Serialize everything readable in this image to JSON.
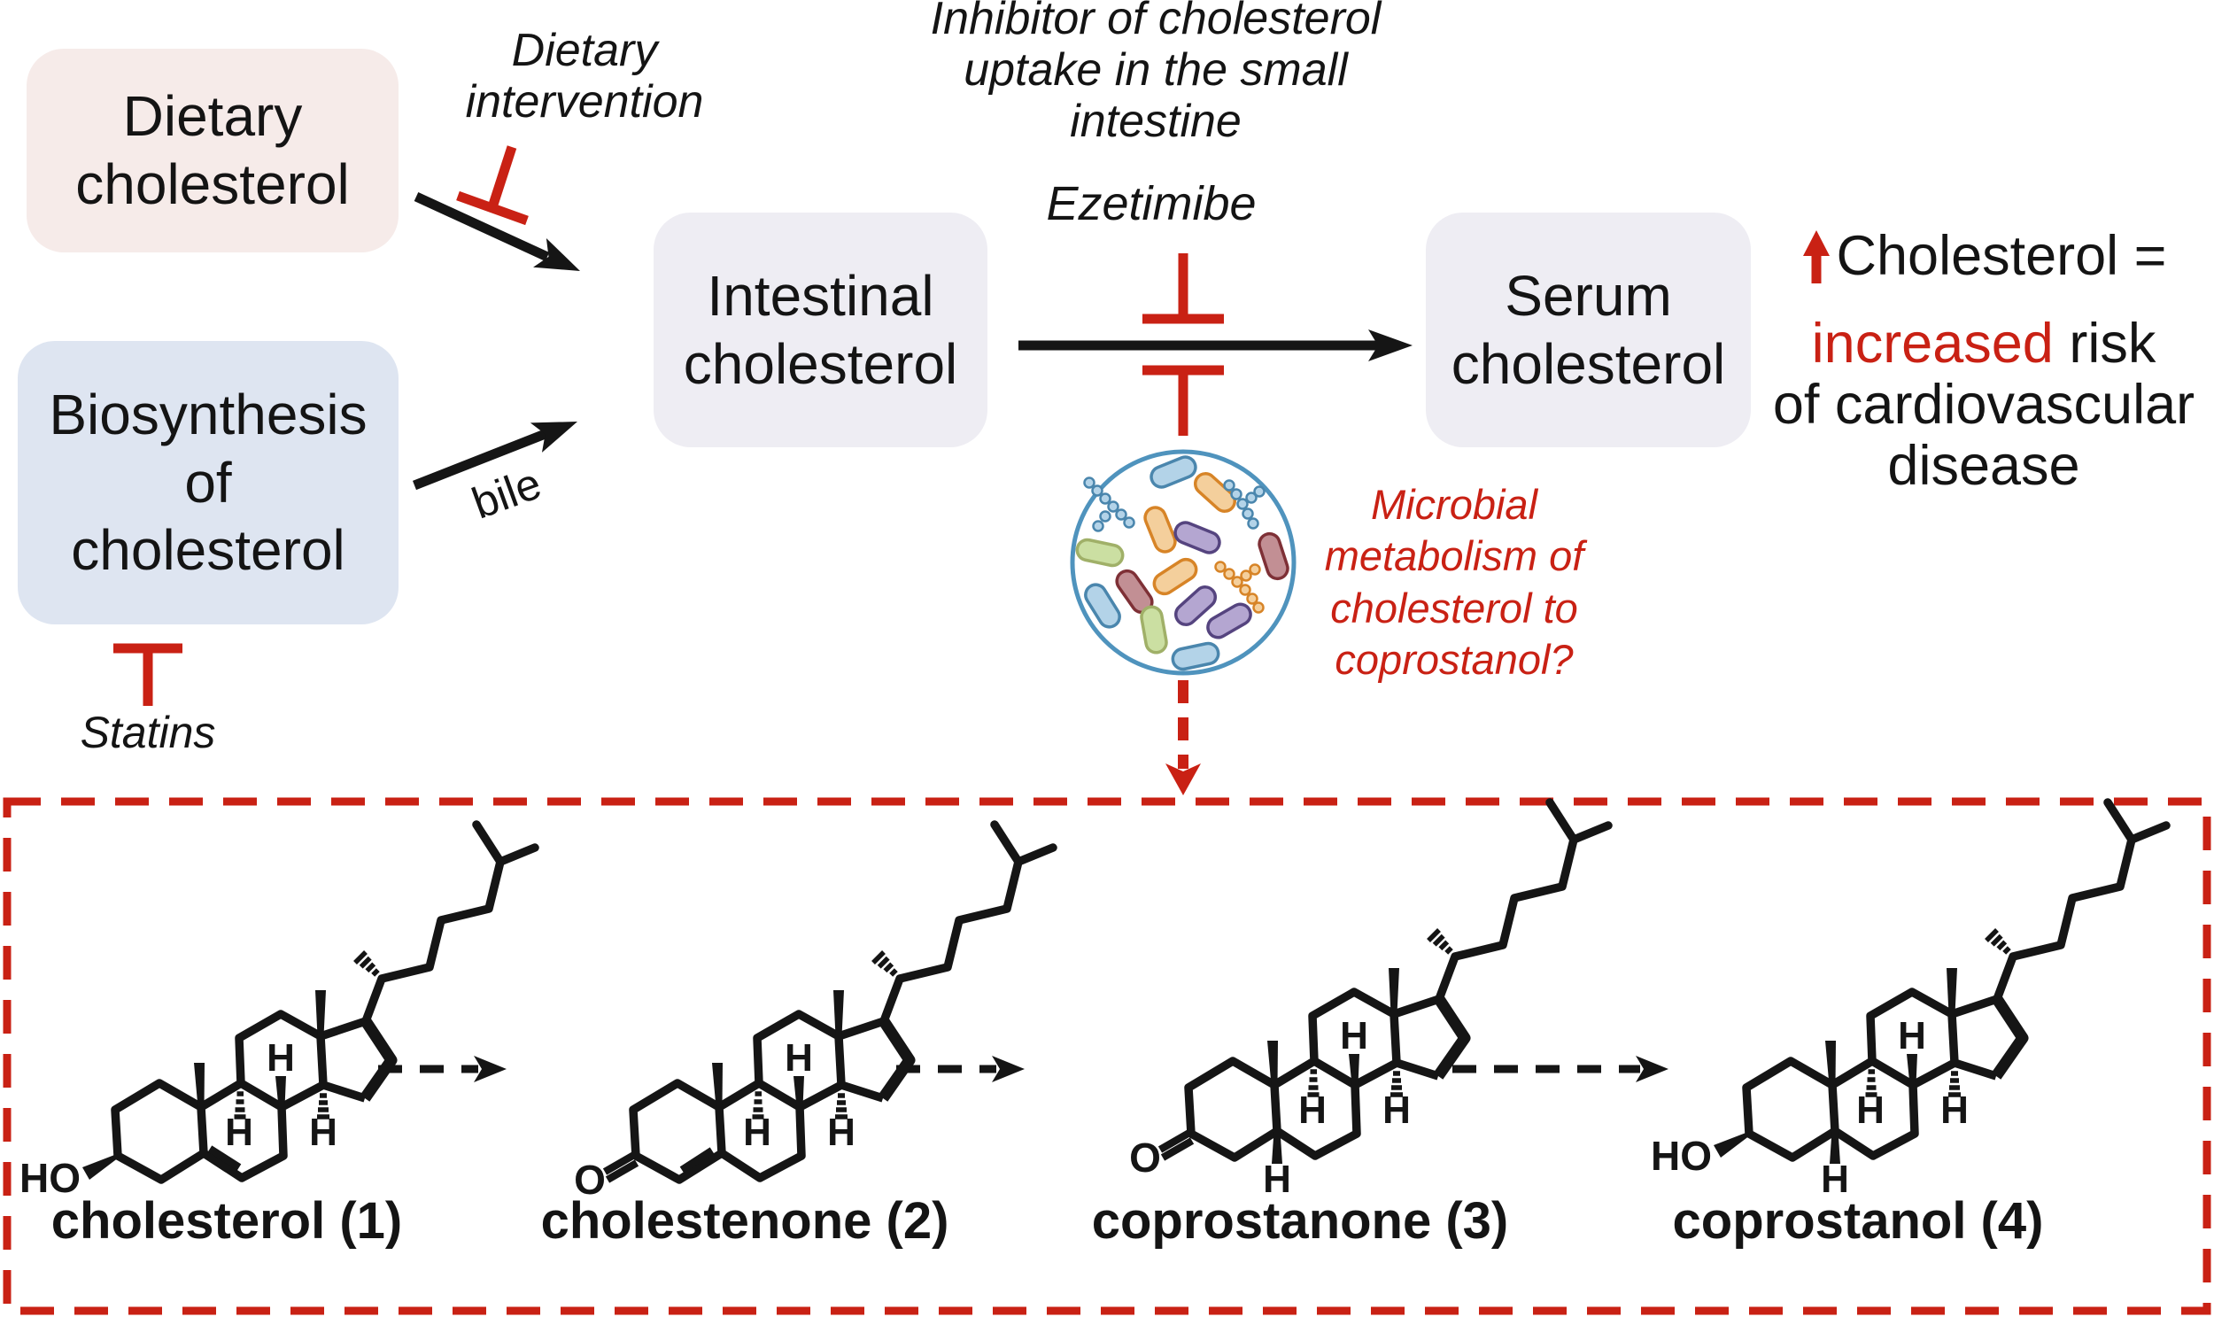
{
  "figure": {
    "boxes": {
      "dietary": "Dietary\ncholesterol",
      "biosynthesis": "Biosynthesis\nof\ncholesterol",
      "intestinal": "Intestinal\ncholesterol",
      "serum": "Serum\ncholesterol"
    },
    "annotations": {
      "dietary_intervention": "Dietary\nintervention",
      "statins": "Statins",
      "bile": "bile",
      "inhibitor": "Inhibitor of cholesterol\nuptake in the small\nintestine",
      "ezetimibe": "Ezetimibe",
      "microbial_question": "Microbial\nmetabolism of\ncholesterol to\ncoprostanol?",
      "risk_line1": "Cholesterol =",
      "risk_line2_red": "increased",
      "risk_line2_rest": " risk",
      "risk_line3": "of cardiovascular",
      "risk_line4": "disease"
    },
    "colors": {
      "red": "#c92114",
      "black": "#151515",
      "pink_box": "#f6ebe9",
      "blue_box": "#dee5f1",
      "gray_box": "#eeedf3",
      "microbe_circle_stroke": "#4f93bd",
      "microbe_palette": {
        "blue": [
          "#b3d3e8",
          "#4a86ad"
        ],
        "orange": [
          "#f4cf9c",
          "#d78427"
        ],
        "purple": [
          "#b4a6d1",
          "#55447f"
        ],
        "green": [
          "#cbdfa2",
          "#a0b068"
        ],
        "maroon": [
          "#c28f94",
          "#7e3036"
        ]
      }
    },
    "h_label": "H",
    "structures": [
      {
        "label": "cholesterol (1)",
        "substituent": "HO",
        "sub_type": "hydroxyl",
        "ring_double_bond": "5,6",
        "c5_hydrogen": false
      },
      {
        "label": "cholestenone (2)",
        "substituent": "O",
        "sub_type": "ketone",
        "ring_double_bond": "4,5",
        "c5_hydrogen": false
      },
      {
        "label": "coprostanone (3)",
        "substituent": "O",
        "sub_type": "ketone",
        "ring_double_bond": null,
        "c5_hydrogen": true
      },
      {
        "label": "coprostanol (4)",
        "substituent": "HO",
        "sub_type": "hydroxyl",
        "ring_double_bond": null,
        "c5_hydrogen": true
      }
    ]
  }
}
